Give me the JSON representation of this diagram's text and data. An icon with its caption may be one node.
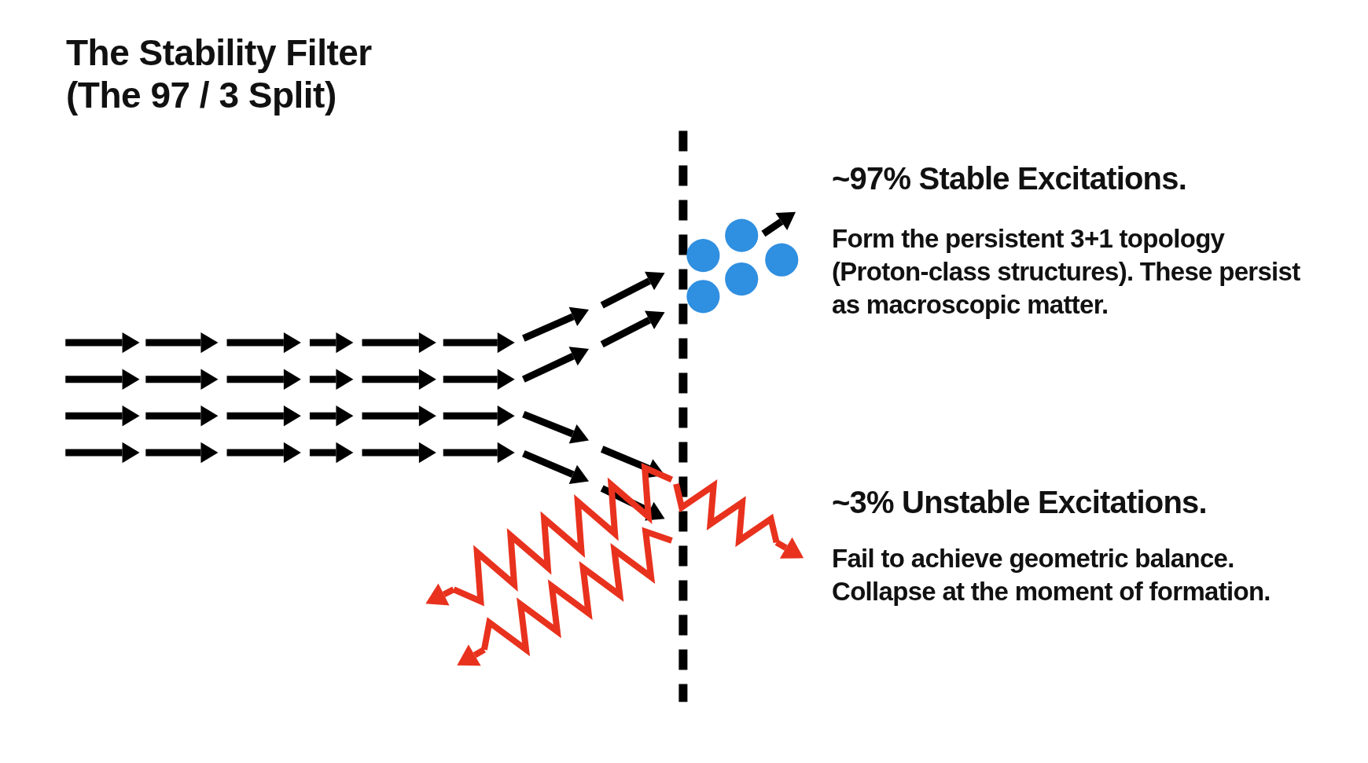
{
  "diagram": {
    "title": "The Stability Filter (The 97 / 3 Split)",
    "labels": [
      "~97% Stable Excitations.",
      "Form the persistent 3+1 topology (Proton-class structures). These persist as macroscopic matter.",
      "~3% Unstable Excitations.",
      "Fail to achieve geometric balance. Collapse at the moment of formation."
    ]
  }
}
